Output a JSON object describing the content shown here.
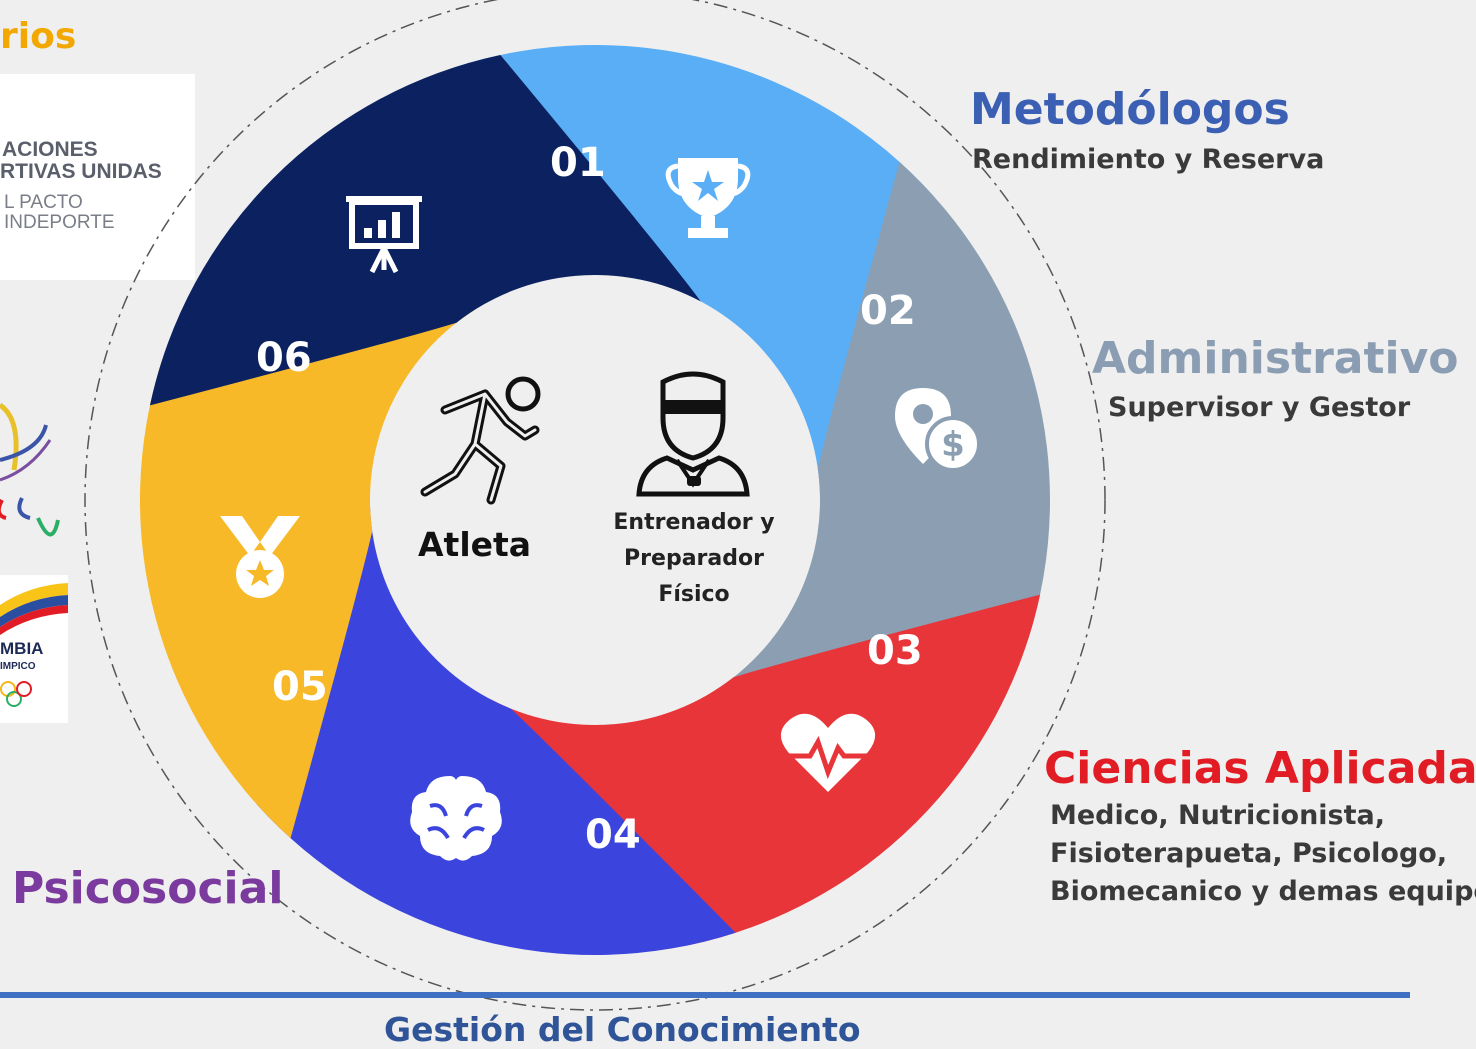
{
  "header": {
    "partial_title": "rios"
  },
  "logos": {
    "card1": {
      "lines": [
        "ACIONES",
        "RTIVAS UNIDAS",
        "L PACTO",
        "INDEPORTE"
      ]
    },
    "card3": {
      "lines": [
        "MBIA",
        "IMPICO"
      ]
    }
  },
  "center": {
    "athlete_label": "Atleta",
    "coach_label_lines": [
      "Entrenador y",
      "Preparador",
      "Físico"
    ]
  },
  "segments": [
    {
      "number": "01",
      "color": "#5aaef5",
      "icon": "trophy-icon"
    },
    {
      "number": "02",
      "color": "#8c9fb2",
      "icon": "money-pin-icon"
    },
    {
      "number": "03",
      "color": "#e8353a",
      "icon": "heartbeat-icon"
    },
    {
      "number": "04",
      "color": "#3b45dd",
      "icon": "brain-icon"
    },
    {
      "number": "05",
      "color": "#f7b928",
      "icon": "medal-icon"
    },
    {
      "number": "06",
      "color": "#0c2260",
      "icon": "presentation-chart-icon"
    }
  ],
  "roles": {
    "metodologos": {
      "title": "Metodólogos",
      "subtitle": "Rendimiento y Reserva",
      "color": "#3a5fb3"
    },
    "administrativo": {
      "title": "Administrativo",
      "subtitle": "Supervisor y Gestor",
      "color": "#8a9db2"
    },
    "ciencias": {
      "title": "Ciencias Aplicadas",
      "subtitle_lines": [
        "Medico, Nutricionista,",
        "Fisioterapueta, Psicologo,",
        "Biomecanico y demas equipo"
      ],
      "color": "#e21c24"
    },
    "psicosocial": {
      "title": "Psicosocial",
      "color": "#7a3a9e"
    }
  },
  "footer": {
    "label": "Gestión del Conocimiento",
    "rule_color": "#3f6fc2",
    "label_color": "#2f5497"
  }
}
